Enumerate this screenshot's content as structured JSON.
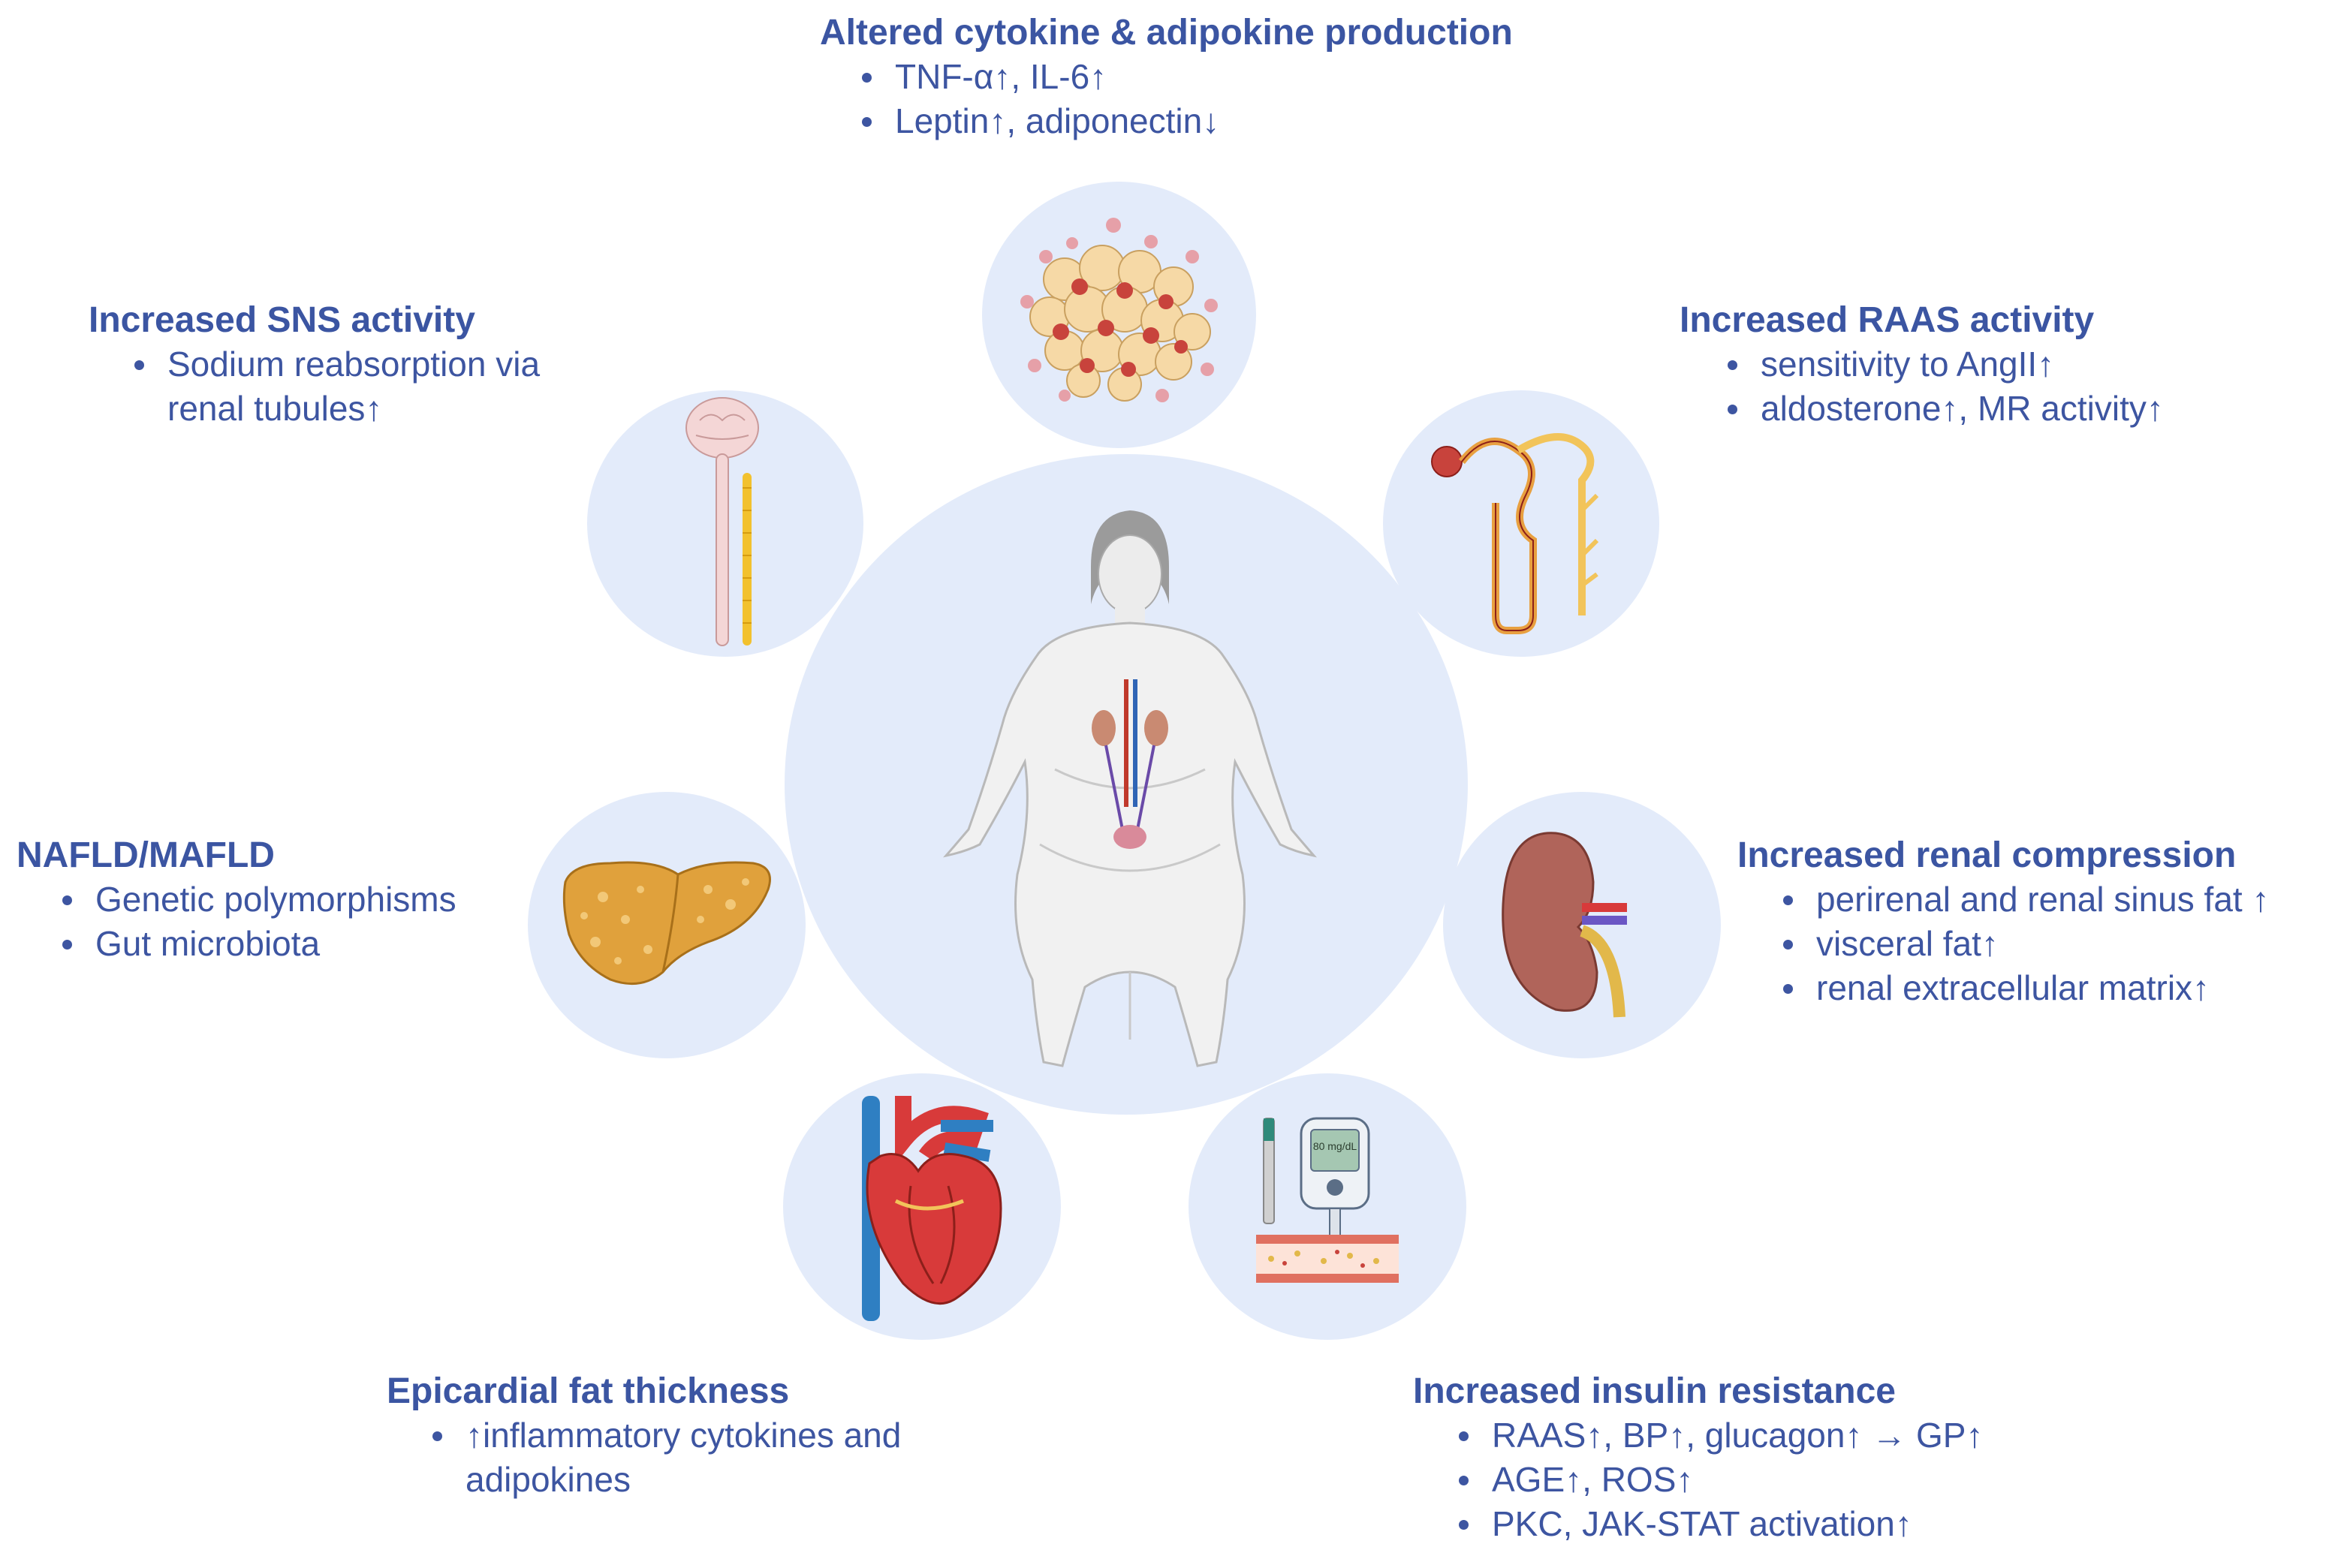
{
  "center": {
    "icon": "obese-person-with-kidneys"
  },
  "nodes": {
    "cytokine": {
      "icon": "adipocyte-cluster-icon",
      "title": "Altered cytokine & adipokine production",
      "items": [
        "TNF-α↑, IL-6↑",
        "Leptin↑, adiponectin↓"
      ]
    },
    "sns": {
      "icon": "brain-spinal-cord-icon",
      "title": "Increased SNS activity",
      "items": [
        "Sodium reabsorption via renal tubules↑"
      ]
    },
    "raas": {
      "icon": "nephron-icon",
      "title": "Increased RAAS activity",
      "items": [
        "sensitivity to AngII↑",
        "aldosterone↑, MR activity↑"
      ]
    },
    "nafld": {
      "icon": "fatty-liver-icon",
      "title": "NAFLD/MAFLD",
      "items": [
        "Genetic polymorphisms",
        "Gut microbiota"
      ]
    },
    "renal": {
      "icon": "kidney-icon",
      "title": "Increased renal compression",
      "items": [
        "perirenal and renal sinus fat ↑",
        "visceral fat↑",
        "renal extracellular matrix↑"
      ]
    },
    "epicardial": {
      "icon": "heart-icon",
      "title": "Epicardial fat thickness",
      "items": [
        "↑inflammatory cytokines and adipokines"
      ]
    },
    "insulin": {
      "icon": "glucose-meter-icon",
      "title": "Increased insulin resistance",
      "items": [
        "RAAS↑, BP↑, glucagon↑ → GP↑",
        "AGE↑, ROS↑",
        "PKC, JAK-STAT activation↑"
      ],
      "meter_display": "80 mg/dL"
    }
  },
  "colors": {
    "title": "#3b55a2",
    "text": "#3d55a1",
    "circle": "#e3ebfa"
  }
}
